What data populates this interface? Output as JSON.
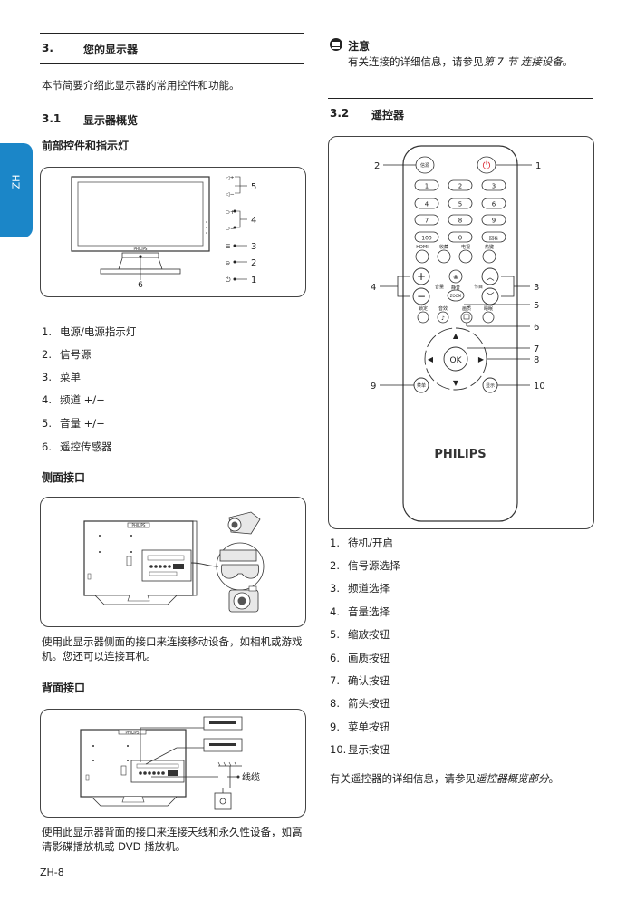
{
  "side_tab": "ZH",
  "left": {
    "section": {
      "num": "3.",
      "title": "您的显示器"
    },
    "intro": "本节简要介绍此显示器的常用控件和功能。",
    "sub1": {
      "num": "3.1",
      "title": "显示器概览"
    },
    "front_heading": "前部控件和指示灯",
    "front_items": [
      "电源/电源指示灯",
      "信号源",
      "菜单",
      "频道 +/−",
      "音量 +/−",
      "遥控传感器"
    ],
    "front_callouts": [
      "5",
      "4",
      "3",
      "2",
      "1",
      "6"
    ],
    "side_heading": "侧面接口",
    "side_text": "使用此显示器侧面的接口来连接移动设备，如相机或游戏机。您还可以连接耳机。",
    "back_heading": "背面接口",
    "back_cable_label": "线缆",
    "back_text": "使用此显示器背面的接口来连接天线和永久性设备，如高清影碟播放机或 DVD 播放机。",
    "brand": "PHILIPS",
    "page_num": "ZH-8"
  },
  "right": {
    "note": {
      "title": "注意",
      "text_prefix": "有关连接的详细信息，请参见",
      "text_link": "第 7 节 连接设备",
      "text_suffix": "。"
    },
    "sub2": {
      "num": "3.2",
      "title": "遥控器"
    },
    "remote": {
      "callouts": [
        "2",
        "1",
        "4",
        "3",
        "5",
        "6",
        "7",
        "8",
        "9",
        "10"
      ],
      "source_label": "信源",
      "digits": [
        "1",
        "2",
        "3",
        "4",
        "5",
        "6",
        "7",
        "8",
        "9",
        "100",
        "0",
        "回看"
      ],
      "row_labels": [
        "HDMI",
        "收藏",
        "电视",
        "热键"
      ],
      "vol_label": "音量",
      "mute_label": "静音",
      "ch_label": "节目",
      "zoom_label": "ZOOM",
      "btm_labels": [
        "锁定",
        "音效",
        "画质",
        "睡眠"
      ],
      "ok_label": "OK",
      "menu_label": "菜单",
      "display_label": "显示",
      "brand": "PHILIPS"
    },
    "items": [
      "待机/开启",
      "信号源选择",
      "频道选择",
      "音量选择",
      "缩放按钮",
      "画质按钮",
      "确认按钮",
      "箭头按钮",
      "菜单按钮",
      "显示按钮"
    ],
    "footer_prefix": "有关遥控器的详细信息，请参见",
    "footer_link": "遥控器概览部分",
    "footer_suffix": "。"
  }
}
